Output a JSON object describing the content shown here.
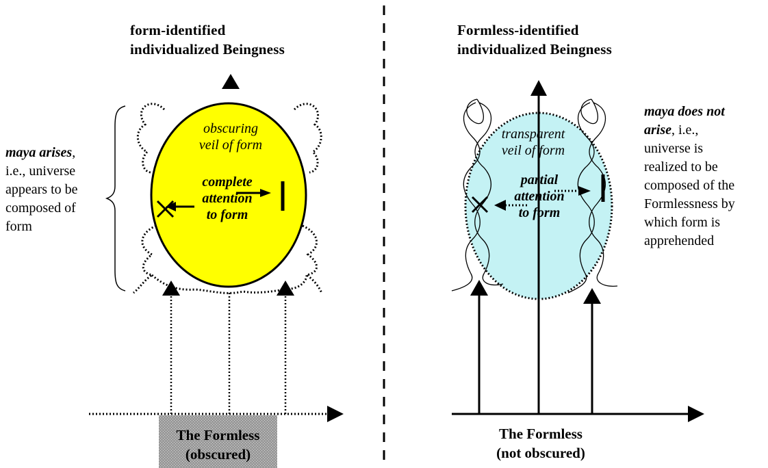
{
  "left": {
    "title_line1": "form-identified",
    "title_line2": "individualized Beingness",
    "veil_line1": "obscuring",
    "veil_line2": "veil of form",
    "attention_line1": "complete",
    "attention_line2": "attention",
    "attention_line3": "to form",
    "side_bold": "maya arises",
    "side_rest": ",",
    "side_line2": "i.e., universe",
    "side_line3": "appears to be",
    "side_line4": "composed of",
    "side_line5": "form",
    "bottom_line1": "The Formless",
    "bottom_line2": "(obscured)",
    "oval_color": "#ffff00",
    "box_color": "#a8a8a8"
  },
  "right": {
    "title_line1": "Formless-identified",
    "title_line2": "individualized Beingness",
    "veil_line1": "transparent",
    "veil_line2": "veil of form",
    "attention_line1": "partial",
    "attention_line2": "attention",
    "attention_line3": "to form",
    "side_bold_line1": "maya does not",
    "side_bold_line2": "arise",
    "side_rest": ", i.e.,",
    "side_line3": "universe is",
    "side_line4": "realized to be",
    "side_line5": "composed of the",
    "side_line6": "Formlessness by",
    "side_line7": "which form is",
    "side_line8": "apprehended",
    "bottom_line1": "The Formless",
    "bottom_line2": "(not obscured)",
    "oval_color": "#c4f2f4"
  }
}
